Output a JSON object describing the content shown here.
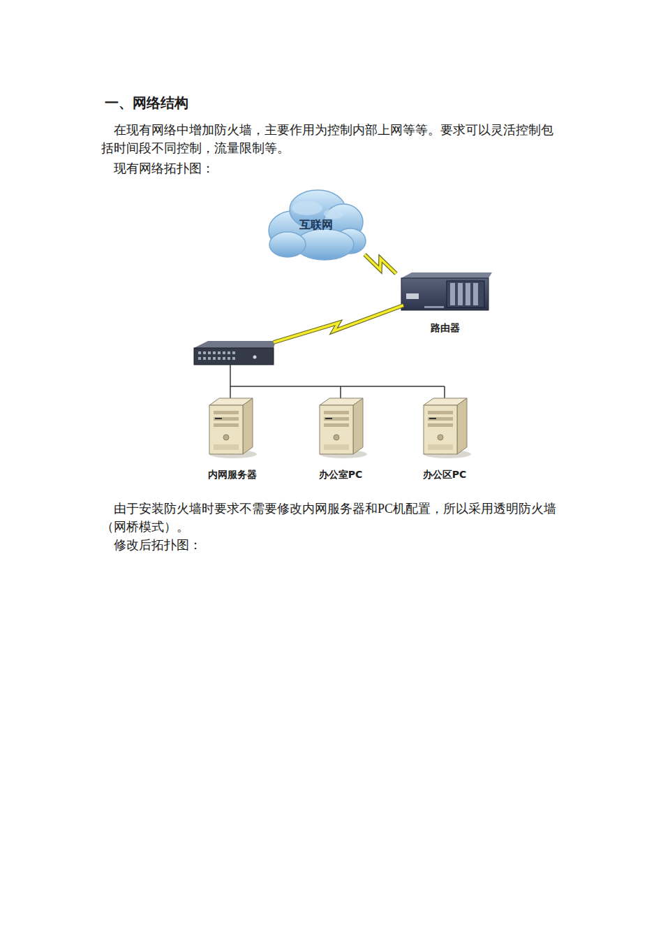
{
  "diagram": {
    "title": "一、网络结构",
    "nodes": [
      {
        "text": [
          "互联网"
        ]
      },
      {
        "text": [
          "路由器"
        ]
      },
      {
        "text": [
          "内网服务器"
        ]
      },
      {
        "text": [
          "办公室PC"
        ]
      },
      {
        "text": [
          "办公区PC"
        ]
      }
    ],
    "edges": [
      {
        "from": 0,
        "to": 1,
        "arrow": "none"
      }
    ],
    "labels": [
      "在现有网络中增加防火墙，主要作用为控制内部上网等等。要求可以灵活控制包括时间段不同控制，流量限制等。",
      "现有网络拓扑图：",
      "由于安装防火墙时要求不需要修改内网服务器和PC机配置，所以采用透明防火墙（网桥模式）。",
      "修改后拓扑图："
    ]
  }
}
